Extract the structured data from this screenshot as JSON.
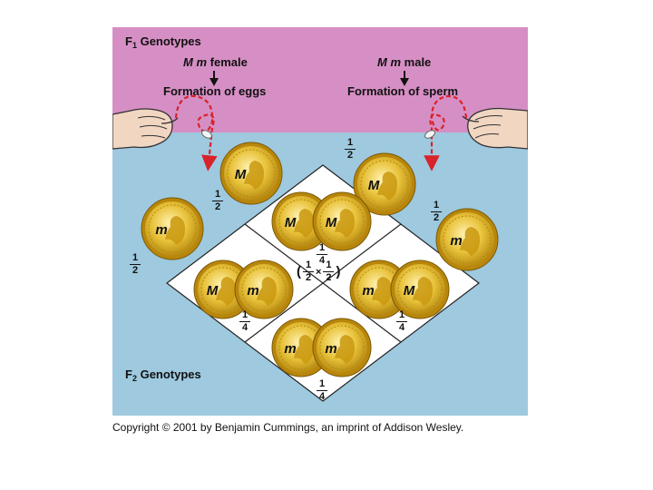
{
  "f1": {
    "title": "F",
    "title_sub": "1",
    "title_rest": " Genotypes"
  },
  "female": {
    "geno1": "M",
    "geno2": "m",
    "sex": "female",
    "process": "Formation of eggs"
  },
  "male": {
    "geno1": "M",
    "geno2": "m",
    "sex": "male",
    "process": "Formation of sperm"
  },
  "f2": {
    "title": "F",
    "title_sub": "2",
    "title_rest": " Genotypes"
  },
  "fractions": {
    "half": {
      "num": "1",
      "den": "2"
    },
    "quarter": {
      "num": "1",
      "den": "4"
    }
  },
  "product": {
    "open": "(",
    "a_num": "1",
    "a_den": "2",
    "times": "×",
    "b_num": "1",
    "b_den": "2",
    "close": ")"
  },
  "coins": {
    "egg_M": "M",
    "egg_m": "m",
    "sperm_M": "M",
    "sperm_m": "m",
    "cell_top": [
      "M",
      "M"
    ],
    "cell_left": [
      "M",
      "m"
    ],
    "cell_right": [
      "m",
      "M"
    ],
    "cell_bottom": [
      "m",
      "m"
    ]
  },
  "copyright": "Copyright © 2001 by Benjamin Cummings, an imprint of Addison Wesley.",
  "colors": {
    "pink": "#d68fc4",
    "blue": "#9ec9df",
    "coin": "#e2b82a",
    "coin_rim": "#b8860b",
    "red": "#d8232a"
  }
}
